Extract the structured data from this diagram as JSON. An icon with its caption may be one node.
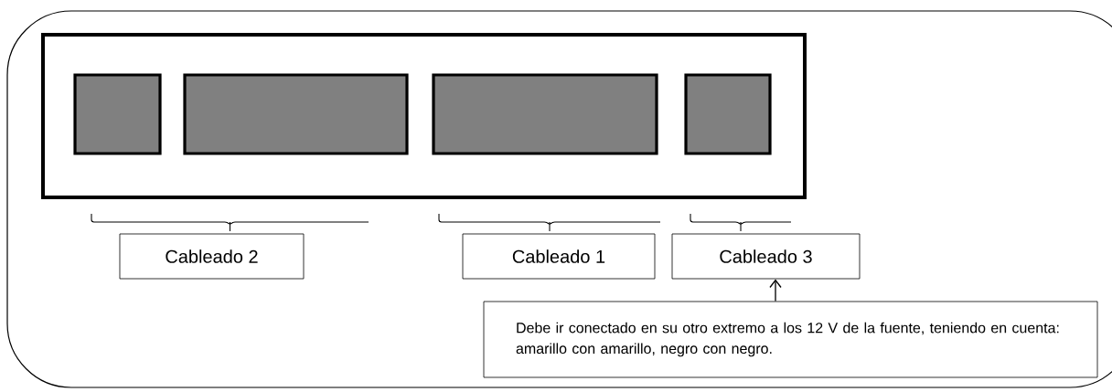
{
  "diagram": {
    "nodes": [
      {
        "text": [],
        "shape": "box"
      },
      {
        "text": [],
        "shape": "box",
        "in": 0
      },
      {
        "text": [],
        "shape": "box",
        "in": 0
      },
      {
        "text": [],
        "shape": "box",
        "in": 0
      },
      {
        "text": [],
        "shape": "box",
        "in": 0
      },
      {
        "text": [
          "Cableado 2"
        ]
      },
      {
        "text": [
          "Cableado 1"
        ]
      },
      {
        "text": [
          "Cableado 3"
        ]
      },
      {
        "text": [
          "Debe ir conectado en su otro extremo a los 12 V de la fuente, teniendo en cuenta: amarillo con amarillo, negro con negro."
        ]
      }
    ],
    "edges": [
      {
        "from": 8,
        "to": 7,
        "arrow": "to"
      }
    ]
  }
}
